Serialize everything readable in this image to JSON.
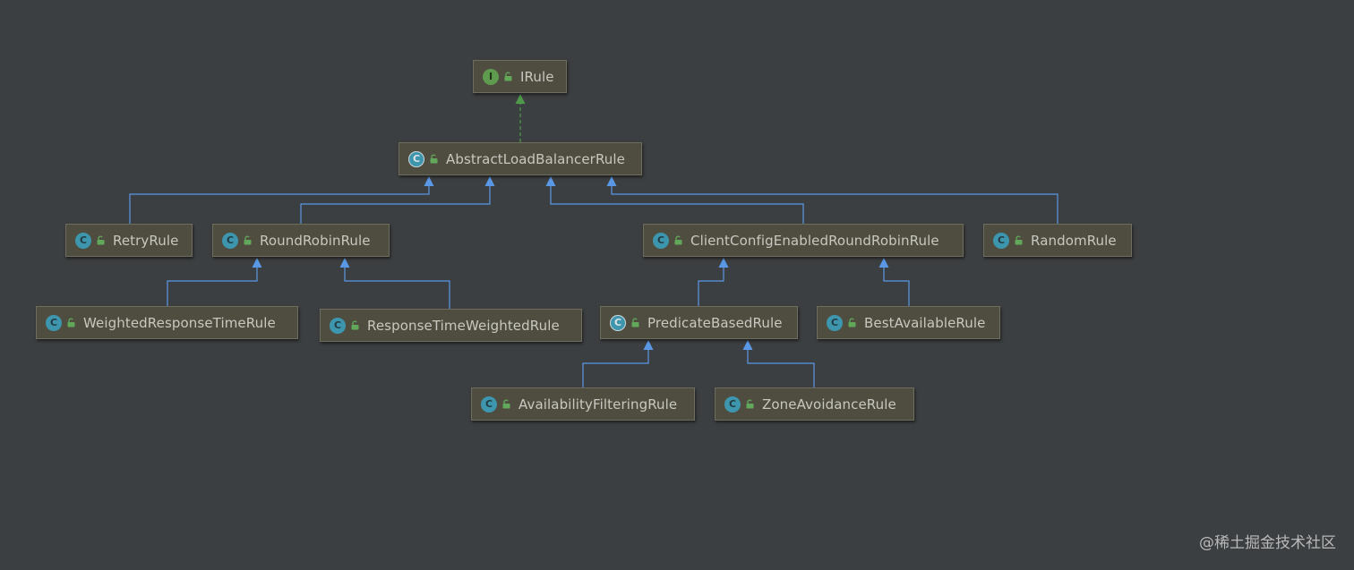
{
  "diagram": {
    "nodes": [
      {
        "id": "irule",
        "label": "IRule",
        "kind": "interface",
        "kind_glyph": "I"
      },
      {
        "id": "abstract",
        "label": "AbstractLoadBalancerRule",
        "kind": "abstract",
        "kind_glyph": "C"
      },
      {
        "id": "retry",
        "label": "RetryRule",
        "kind": "class",
        "kind_glyph": "C"
      },
      {
        "id": "roundrobin",
        "label": "RoundRobinRule",
        "kind": "class",
        "kind_glyph": "C"
      },
      {
        "id": "clientconfig",
        "label": "ClientConfigEnabledRoundRobinRule",
        "kind": "class",
        "kind_glyph": "C"
      },
      {
        "id": "random",
        "label": "RandomRule",
        "kind": "class",
        "kind_glyph": "C"
      },
      {
        "id": "weighted",
        "label": "WeightedResponseTimeRule",
        "kind": "class",
        "kind_glyph": "C"
      },
      {
        "id": "responsetime",
        "label": "ResponseTimeWeightedRule",
        "kind": "class",
        "kind_glyph": "C"
      },
      {
        "id": "predicate",
        "label": "PredicateBasedRule",
        "kind": "abstract",
        "kind_glyph": "C"
      },
      {
        "id": "bestavailable",
        "label": "BestAvailableRule",
        "kind": "class",
        "kind_glyph": "C"
      },
      {
        "id": "availability",
        "label": "AvailabilityFilteringRule",
        "kind": "class",
        "kind_glyph": "C"
      },
      {
        "id": "zoneavoidance",
        "label": "ZoneAvoidanceRule",
        "kind": "class",
        "kind_glyph": "C"
      }
    ],
    "edges": [
      {
        "from": "abstract",
        "to": "irule",
        "type": "implements"
      },
      {
        "from": "retry",
        "to": "abstract",
        "type": "extends"
      },
      {
        "from": "roundrobin",
        "to": "abstract",
        "type": "extends"
      },
      {
        "from": "clientconfig",
        "to": "abstract",
        "type": "extends"
      },
      {
        "from": "random",
        "to": "abstract",
        "type": "extends"
      },
      {
        "from": "weighted",
        "to": "roundrobin",
        "type": "extends"
      },
      {
        "from": "responsetime",
        "to": "roundrobin",
        "type": "extends"
      },
      {
        "from": "predicate",
        "to": "clientconfig",
        "type": "extends"
      },
      {
        "from": "bestavailable",
        "to": "clientconfig",
        "type": "extends"
      },
      {
        "from": "availability",
        "to": "predicate",
        "type": "extends"
      },
      {
        "from": "zoneavoidance",
        "to": "predicate",
        "type": "extends"
      }
    ]
  },
  "colors": {
    "background": "#3c3f41",
    "extends_edge": "#5a98e6",
    "implements_edge": "#4e9a4a",
    "node_fill": "#4f4d40",
    "node_text": "#c8c8c0",
    "visibility_icon": "#62a85a"
  },
  "icons": {
    "kind": "class-kind-icon",
    "visibility": "public-visibility-icon"
  },
  "watermark": "@稀土掘金技术社区"
}
